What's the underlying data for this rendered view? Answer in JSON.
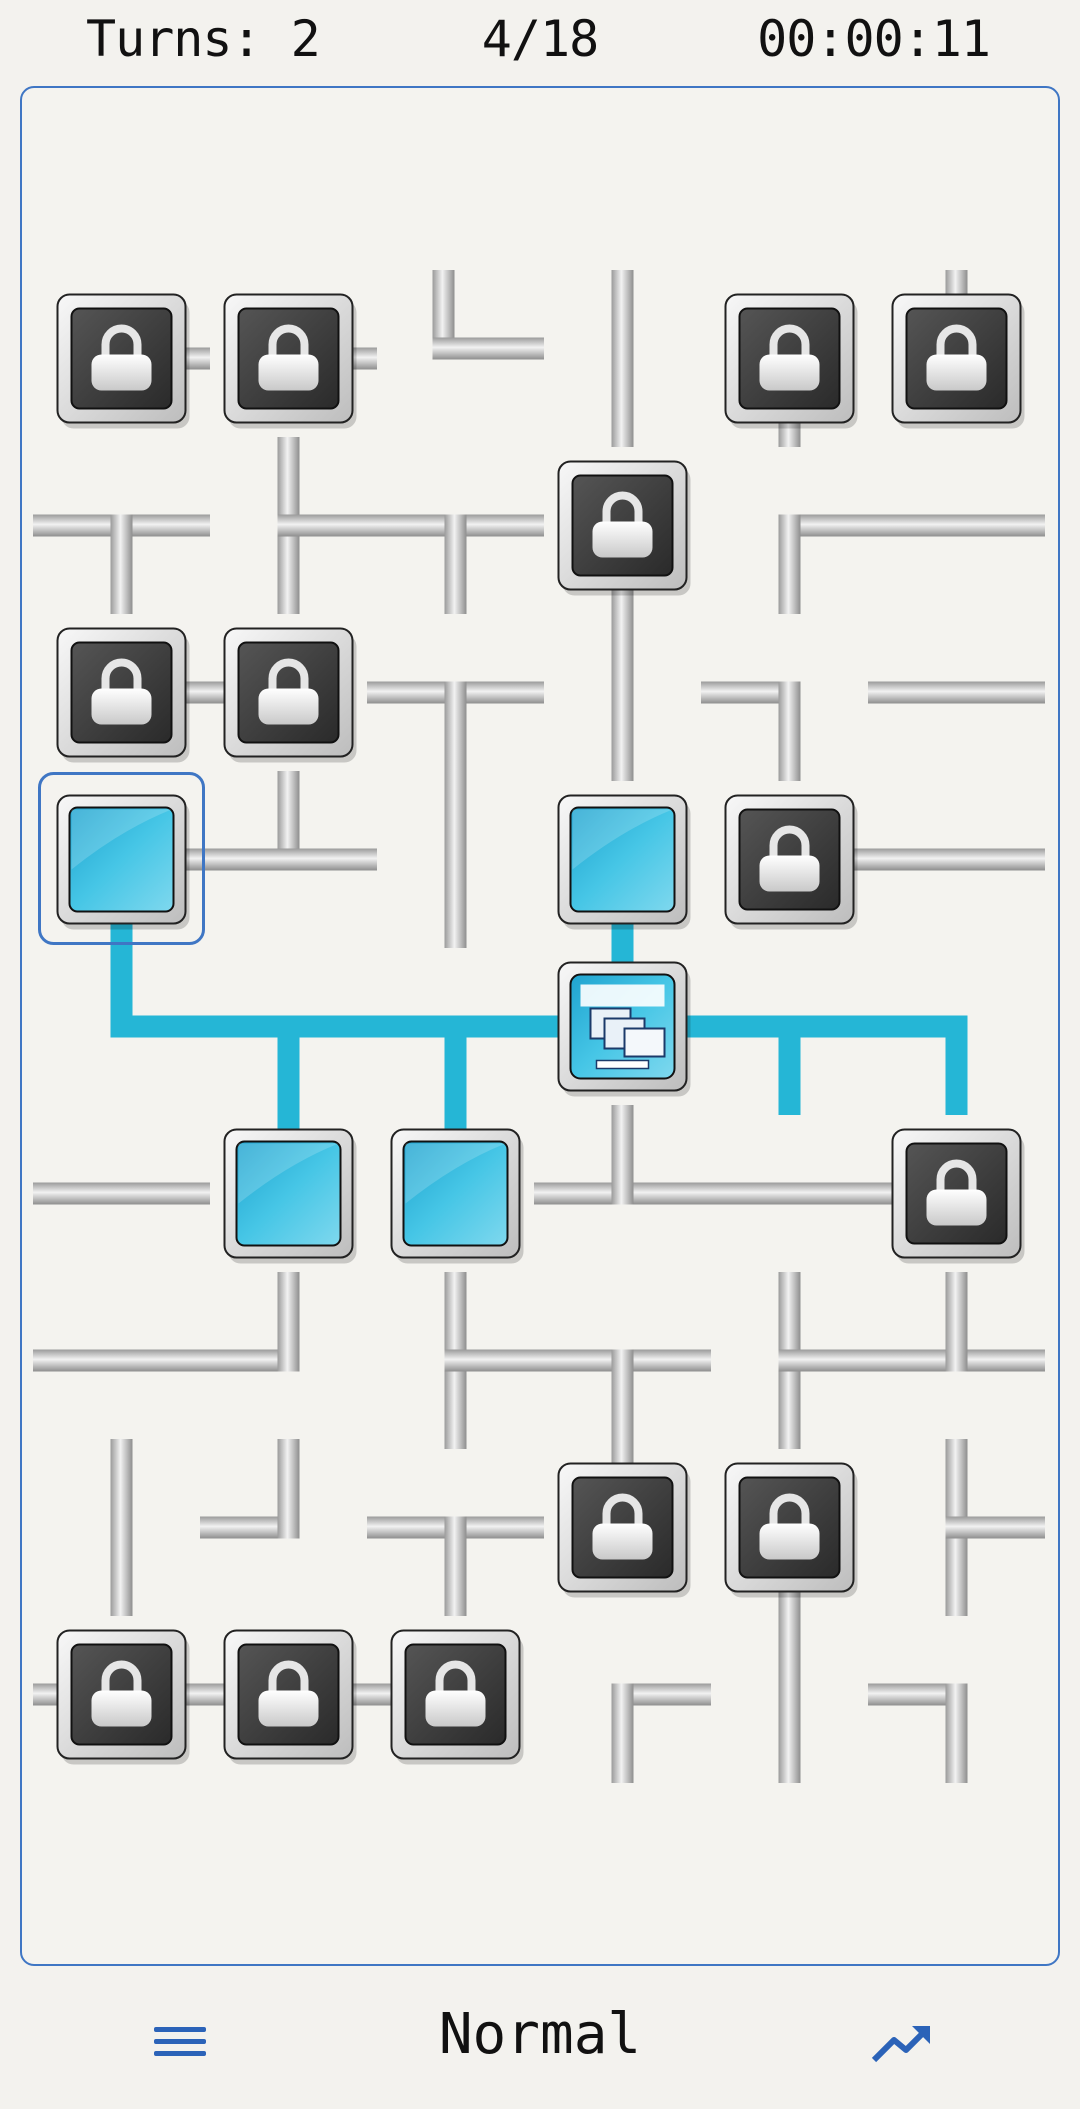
{
  "header": {
    "turns_label": "Turns:",
    "turns_value": "2",
    "progress": "4/18",
    "timer": "00:00:11"
  },
  "footer": {
    "menu_icon": "hamburger-menu-icon",
    "mode": "Normal",
    "stats_icon": "trending-up-icon"
  },
  "colors": {
    "accent": "#3f76c4",
    "water": "#25b6d6",
    "pipe": "#bdbdbd",
    "lock_tile": "#3a3a3a",
    "active_tile": "#3fc0e0"
  },
  "grid": {
    "cols": 6,
    "rows": 9,
    "cells": [
      [
        "lock",
        "lock",
        "pipe",
        "pipe",
        "lock",
        "lock"
      ],
      [
        "pipe",
        "pipe",
        "pipe",
        "lock",
        "pipe",
        "pipe"
      ],
      [
        "lock",
        "lock",
        "pipe",
        "pipe",
        "pipe",
        "pipe"
      ],
      [
        "client-selected",
        "pipe",
        "pipe",
        "client",
        "lock",
        "pipe"
      ],
      [
        "pipe-water",
        "pipe-water",
        "pipe-water",
        "server",
        "pipe-water",
        "pipe-water"
      ],
      [
        "pipe",
        "client",
        "client",
        "pipe",
        "pipe",
        "lock"
      ],
      [
        "pipe",
        "pipe",
        "pipe",
        "pipe",
        "pipe",
        "pipe"
      ],
      [
        "pipe",
        "pipe",
        "pipe",
        "lock",
        "lock",
        "pipe"
      ],
      [
        "lock",
        "lock",
        "lock",
        "pipe",
        "pipe",
        "pipe"
      ]
    ]
  }
}
